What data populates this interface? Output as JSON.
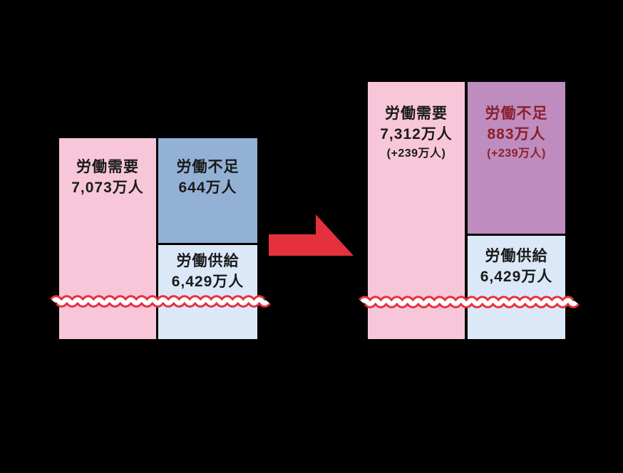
{
  "colors": {
    "background": "#000000",
    "demand_pink": "#f7c7d9",
    "shortage_blue": "#92b1d5",
    "shortage_purple": "#be8cbe",
    "supply_lightblue": "#dae8f8",
    "accent_red": "#e5303e",
    "wave_white": "#ffffff",
    "text_dark": "#1a1a1a",
    "text_maroon": "#8b1f2b"
  },
  "left_group": {
    "demand": {
      "line1": "労働需要",
      "line2": "7,073万人"
    },
    "shortage": {
      "line1": "労働不足",
      "line2": "644万人"
    },
    "supply": {
      "line1": "労働供給",
      "line2": "6,429万人"
    }
  },
  "right_group": {
    "demand": {
      "line1": "労働需要",
      "line2": "7,312万人",
      "line3": "(+239万人)"
    },
    "shortage": {
      "line1": "労働不足",
      "line2": "883万人",
      "line3": "(+239万人)"
    },
    "supply": {
      "line1": "労働供給",
      "line2": "6,429万人"
    }
  },
  "chart_data": {
    "type": "bar",
    "unit": "万人",
    "categories": [
      "left-scenario",
      "right-scenario"
    ],
    "series": [
      {
        "name": "労働需要",
        "values": [
          7073,
          7312
        ],
        "deltas": [
          null,
          239
        ]
      },
      {
        "name": "労働不足",
        "values": [
          644,
          883
        ],
        "deltas": [
          null,
          239
        ]
      },
      {
        "name": "労働供給",
        "values": [
          6429,
          6429
        ],
        "deltas": [
          null,
          null
        ]
      }
    ],
    "title": "",
    "xlabel": "",
    "ylabel": "",
    "legend": "none",
    "layout_hints": {
      "grouped_stacks": "demand bar beside shortage-over-supply stack",
      "axis_break": "red-white wavy band across bars near bottom",
      "transition_marker": "red right arrow between left and right groups",
      "background": "black, titles/captions not visible"
    }
  }
}
